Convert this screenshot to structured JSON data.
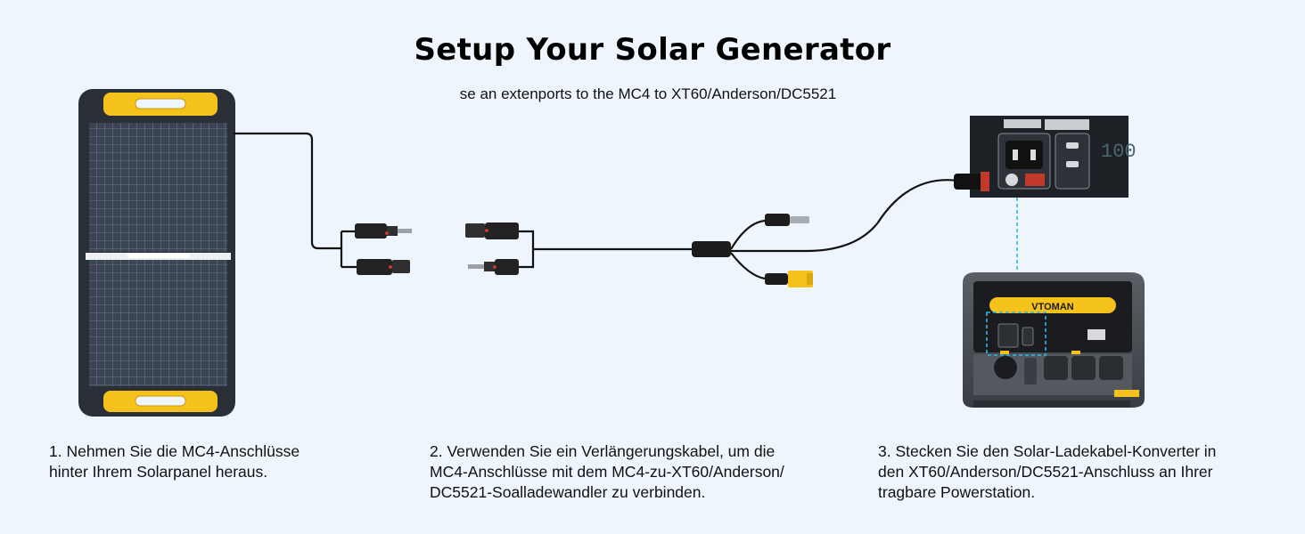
{
  "header": {
    "title": "Setup Your Solar Generator",
    "subtitle": "se an extenports to the MC4 to XT60/Anderson/DC5521"
  },
  "steps": [
    {
      "text": "1. Nehmen Sie die MC4-Anschlüsse\nhinter Ihrem Solarpanel heraus."
    },
    {
      "text": "2. Verwenden Sie ein Verlängerungskabel, um die\nMC4-Anschlüsse mit dem MC4-zu-XT60/Anderson/\nDC5521-Soalladewandler zu verbinden."
    },
    {
      "text": "3. Stecken Sie den Solar-Ladekabel-Konverter in\nden XT60/Anderson/DC5521-Anschluss an Ihrer\ntragbare Powerstation."
    }
  ],
  "device": {
    "brand": "VTOMAN",
    "display_digits": "100"
  },
  "colors": {
    "background": "#eef5fd",
    "accent_yellow": "#f4c21a",
    "panel_cells": "#3b4452",
    "cable": "#111111",
    "dashed_connector": "#2bb5e8"
  }
}
